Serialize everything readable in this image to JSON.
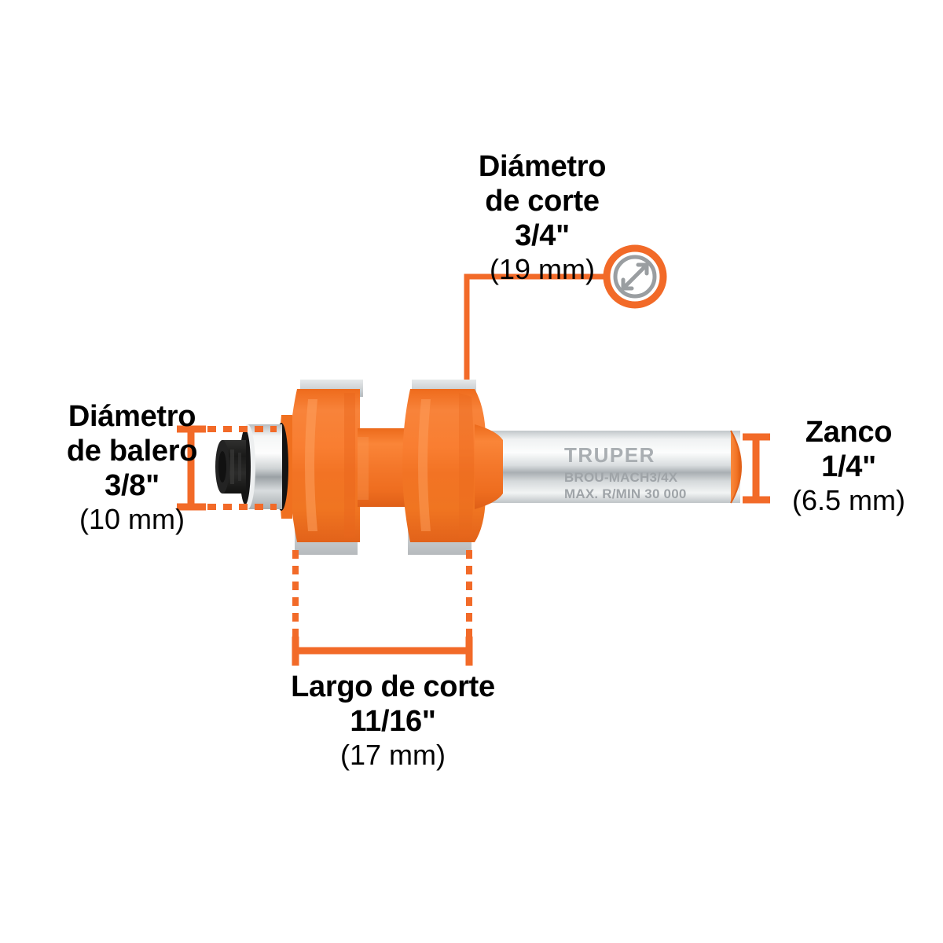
{
  "product": {
    "brand": "TRUPER",
    "model_code": "BROU-MACH3/4X",
    "max_speed": "MAX. R/MIN 30 000"
  },
  "callouts": {
    "cut_diameter": {
      "title_line1": "Diámetro",
      "title_line2": "de corte",
      "imperial": "3/4\"",
      "metric": "(19 mm)",
      "icon": "diagonal-arrow-icon"
    },
    "bearing_diameter": {
      "title_line1": "Diámetro",
      "title_line2": "de balero",
      "imperial": "3/8\"",
      "metric": "(10 mm)"
    },
    "shank": {
      "title_line1": "Zanco",
      "imperial": "1/4\"",
      "metric": "(6.5 mm)"
    },
    "cut_length": {
      "title_line1": "Largo de corte",
      "imperial": "11/16\"",
      "metric": "(17 mm)"
    }
  },
  "colors": {
    "body_orange": "#F27324",
    "body_orange_dark": "#E2621A",
    "body_orange_light": "#FB8A3E",
    "dimension_orange": "#F26A28",
    "carbide_gray": "#D6D9DB",
    "carbide_gray_dark": "#B9BDC0",
    "steel_light": "#FAFBFB",
    "steel_mid": "#C9CDD0",
    "steel_dark": "#9AA0A4",
    "bearing_black": "#1C1C1C",
    "icon_gray": "#9A9EA1",
    "text_black": "#000000",
    "engrave_gray": "#9FA4A8",
    "background": "#FFFFFF"
  }
}
